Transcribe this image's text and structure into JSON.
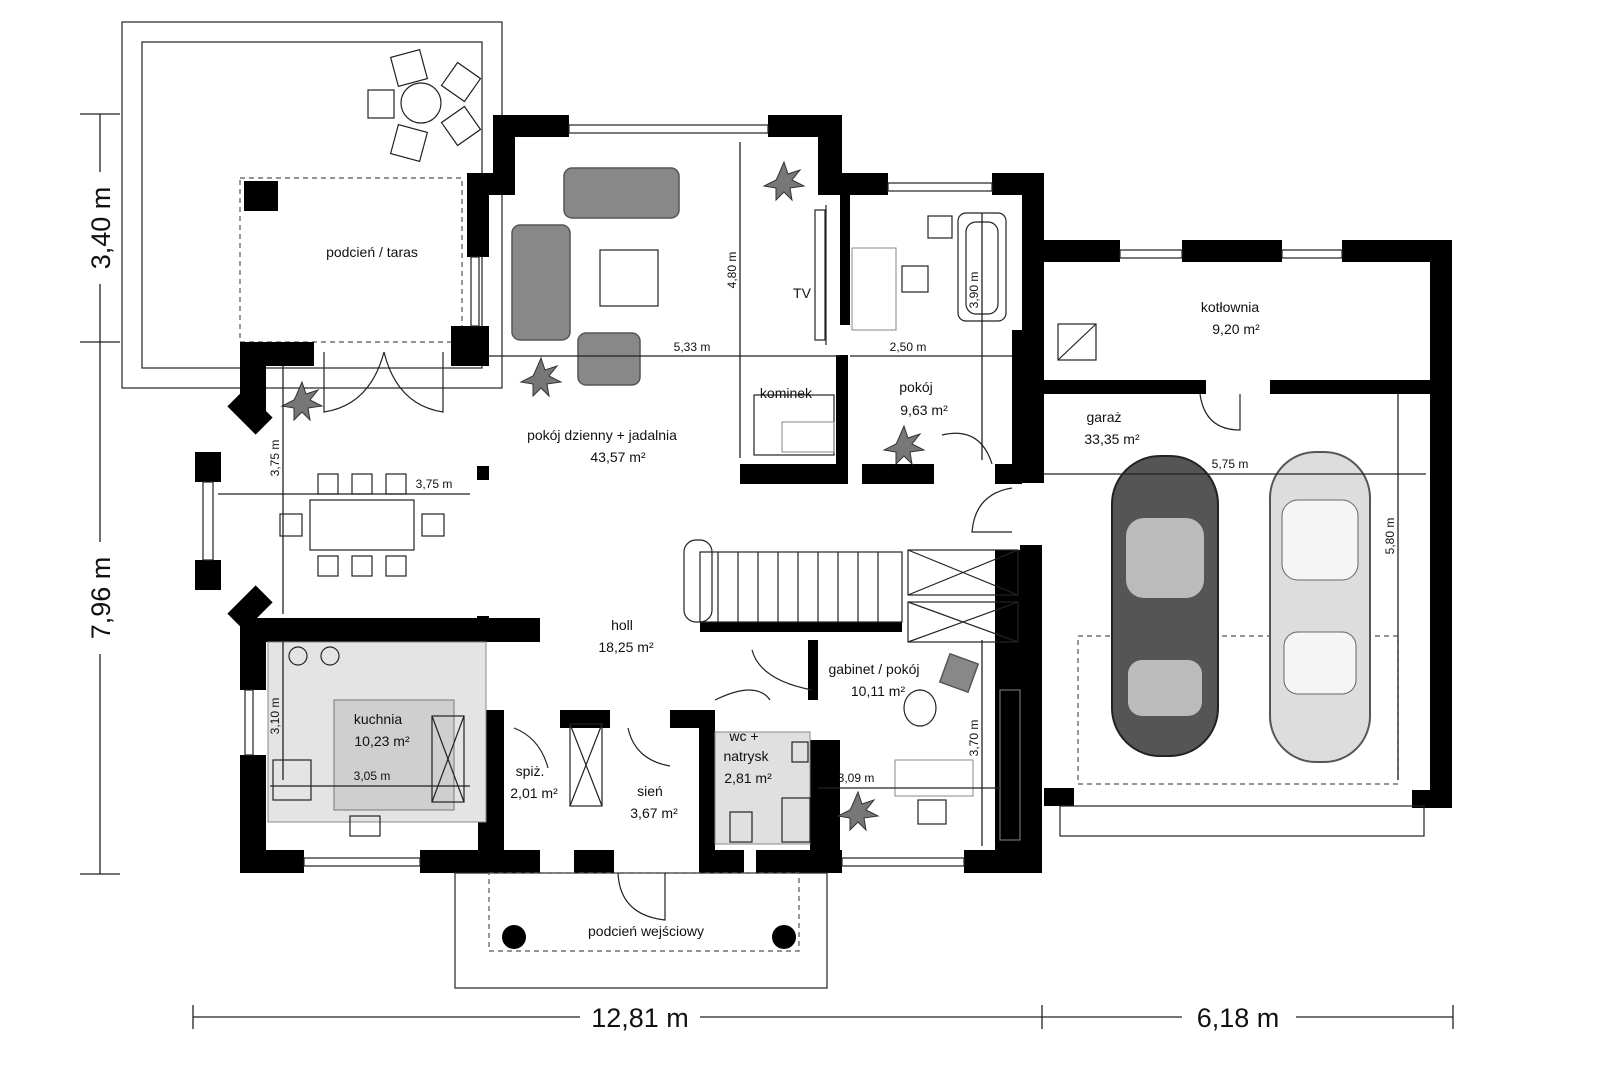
{
  "rooms": [
    {
      "name": "podcień / taras",
      "area": ""
    },
    {
      "name": "pokój dzienny + jadalnia",
      "area": "43,57 m²"
    },
    {
      "name": "TV",
      "area": ""
    },
    {
      "name": "kominek",
      "area": ""
    },
    {
      "name": "pokój",
      "area": "9,63 m²"
    },
    {
      "name": "kotłownia",
      "area": "9,20 m²"
    },
    {
      "name": "garaż",
      "area": "33,35 m²"
    },
    {
      "name": "holl",
      "area": "18,25 m²"
    },
    {
      "name": "gabinet / pokój",
      "area": "10,11 m²"
    },
    {
      "name": "kuchnia",
      "area": "10,23 m²"
    },
    {
      "name": "spiż.",
      "area": "2,01 m²"
    },
    {
      "name": "sień",
      "area": "3,67 m²"
    },
    {
      "name": "wc +",
      "area": ""
    },
    {
      "name": "natrysk",
      "area": "2,81 m²"
    },
    {
      "name": "podcień wejściowy",
      "area": ""
    }
  ],
  "dimensions": {
    "living_width": "5,33 m",
    "living_depth": "4,80 m",
    "room_width": "2,50 m",
    "room_depth": "3,90 m",
    "dining_depth": "3,75 m",
    "dining_width": "3,75 m",
    "garage_width": "5,75 m",
    "garage_depth": "5,80 m",
    "office_depth": "3,70 m",
    "office_width": "3,09 m",
    "kitchen_depth": "3,10 m",
    "kitchen_width": "3,05 m"
  },
  "overall": {
    "bottom_left": "12,81 m",
    "bottom_right": "6,18 m",
    "left_top": "3,40 m",
    "left_bottom": "7,96 m"
  }
}
